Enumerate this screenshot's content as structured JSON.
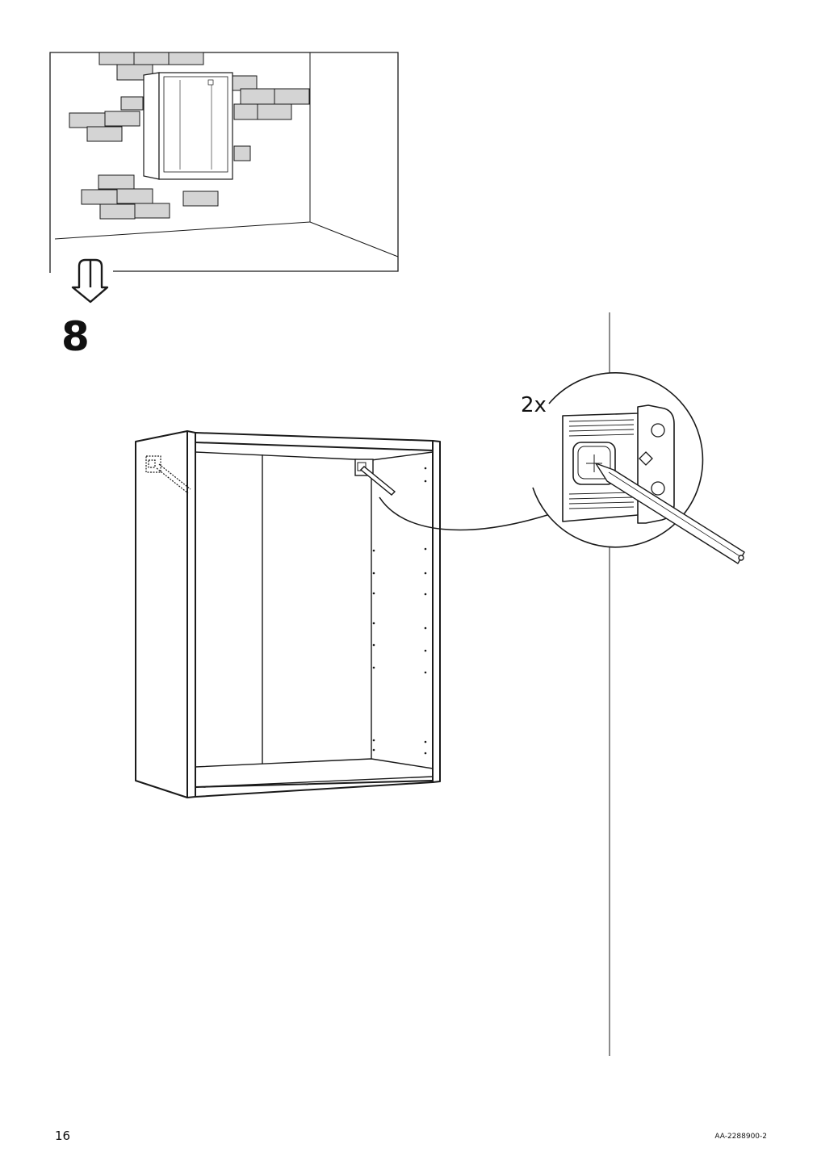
{
  "step": {
    "number": "8",
    "quantity": "2x"
  },
  "footer": {
    "page_number": "16",
    "document_code": "AA-2288900-2"
  },
  "colors": {
    "line": "#1a1a1a",
    "brick_fill": "#d4d4d4",
    "background": "#ffffff"
  },
  "icons": [
    "rotate-arrow-icon",
    "pencil-icon",
    "hanging-bracket-icon"
  ]
}
